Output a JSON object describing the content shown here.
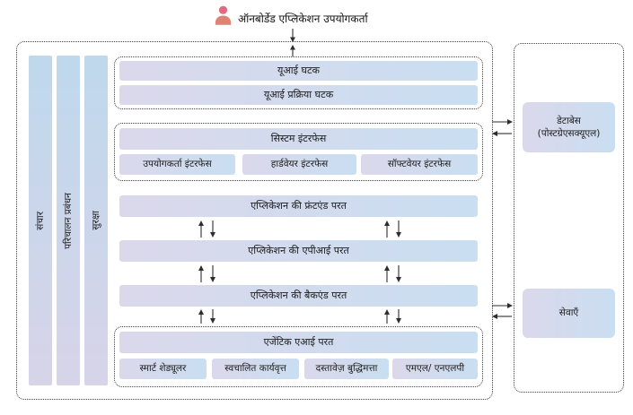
{
  "user": {
    "label": "ऑनबोर्डेड एप्लिकेशन उपयोगकर्ता"
  },
  "side_bars": [
    {
      "label": "संचार"
    },
    {
      "label": "परिचालन प्रबंधन"
    },
    {
      "label": "सुरक्षा"
    }
  ],
  "ui_group": {
    "boxes": [
      "यूआई घटक",
      "यूआई प्रक्रिया घटक"
    ]
  },
  "system_interface": {
    "title": "सिस्टम इंटरफेस",
    "boxes": [
      "उपयोगकर्ता इंटरफेस",
      "हार्डवेयर इंटरफेस",
      "सॉफ्टवेयर इंटरफेस"
    ]
  },
  "layers": [
    "एप्लिकेशन की फ्रंटएंड परत",
    "एप्लिकेशन की एपीआई परत",
    "एप्लिकेशन की बैकएंड परत"
  ],
  "agentic": {
    "title": "एजेंटिक एआई परत",
    "boxes": [
      "स्मार्ट शेड्यूलर",
      "स्वचालित कार्यवृत्त",
      "दस्तावेज़ बुद्धिमत्ता",
      "एमएल/ एनएलपी"
    ]
  },
  "right_panel": {
    "database_line1": "डेटाबेस",
    "database_line2": "(पोस्टग्रेएसक्यूएल)",
    "services": "सेवाएँ"
  },
  "colors": {
    "box_grad_left": "#dbd8eb",
    "box_grad_right": "#c9def1",
    "bar_grad_top": "#bfd8ec",
    "bar_grad_bottom": "#d7d4e9",
    "border_dotted": "#3f3f3f",
    "text": "#1c1c1c",
    "arrow": "#2e2e2e",
    "user_icon_pink": "#e2697f",
    "user_icon_salmon": "#df8274"
  }
}
